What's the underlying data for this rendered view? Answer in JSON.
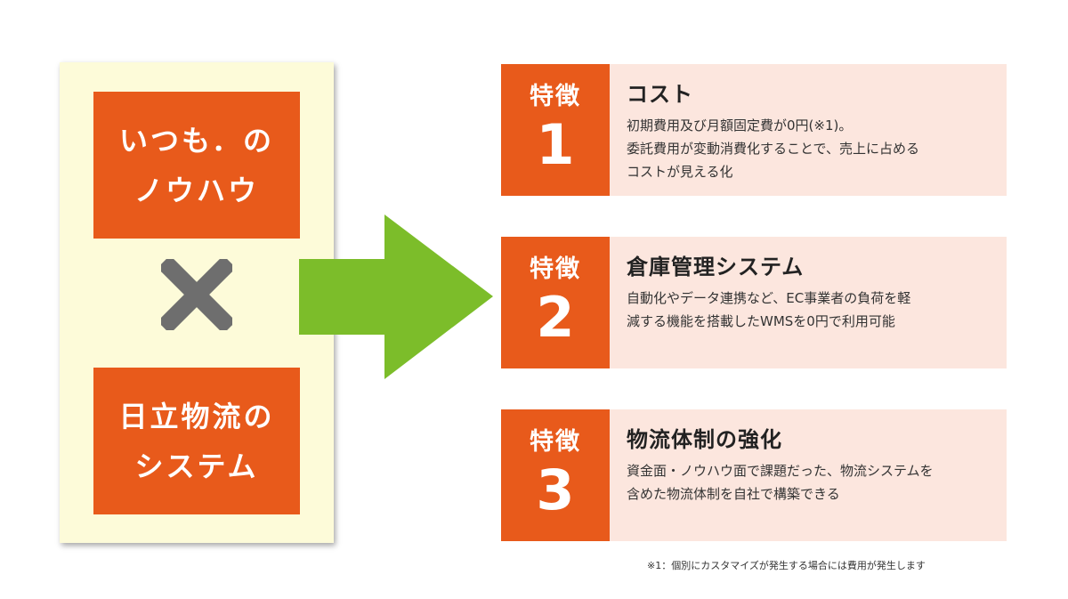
{
  "left": {
    "top_box": [
      "いつも．の",
      "ノウハウ"
    ],
    "cross_symbol": "×",
    "bottom_box": [
      "日立物流の",
      "システム"
    ]
  },
  "colors": {
    "accent_orange": "#e85a1b",
    "panel_cream": "#fdfbd9",
    "feature_pink": "#fce6de",
    "arrow_green": "#7cbd2a",
    "cross_gray": "#6e6e6e"
  },
  "features": [
    {
      "label": "特徴",
      "number": "1",
      "title": "コスト",
      "lines": [
        "初期費用及び月額固定費が0円(※1)。",
        "委託費用が変動消費化することで、売上に占める",
        "コストが見える化"
      ]
    },
    {
      "label": "特徴",
      "number": "2",
      "title": "倉庫管理システム",
      "lines": [
        "自動化やデータ連携など、EC事業者の負荷を軽",
        "減する機能を搭載したWMSを0円で利用可能"
      ]
    },
    {
      "label": "特徴",
      "number": "3",
      "title": "物流体制の強化",
      "lines": [
        "資金面・ノウハウ面で課題だった、物流システムを",
        "含めた物流体制を自社で構築できる"
      ]
    }
  ],
  "footnote": "※1：個別にカスタマイズが発生する場合には費用が発生します"
}
